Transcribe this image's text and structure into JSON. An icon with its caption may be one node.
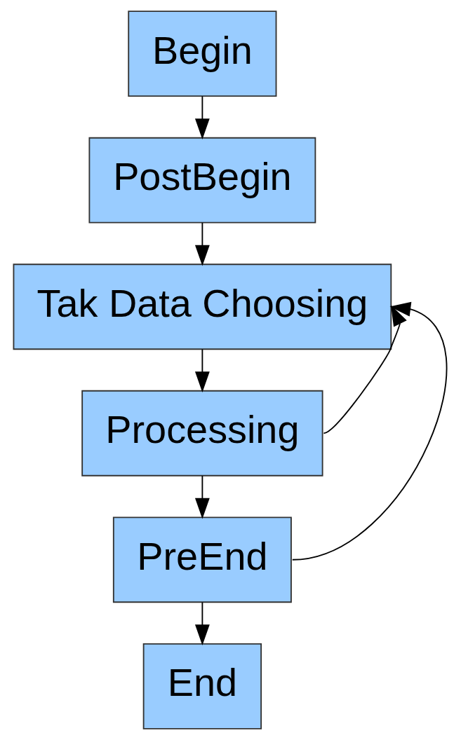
{
  "diagram": {
    "nodes": [
      {
        "text": [
          "Begin"
        ]
      },
      {
        "text": [
          "PostBegin"
        ]
      },
      {
        "text": [
          "Tak Data Choosing"
        ]
      },
      {
        "text": [
          "Processing"
        ]
      },
      {
        "text": [
          "PreEnd"
        ]
      },
      {
        "text": [
          "End"
        ]
      }
    ],
    "edges": [
      {
        "from": 0,
        "to": 1,
        "arrow": "to"
      },
      {
        "from": 1,
        "to": 2,
        "arrow": "to"
      },
      {
        "from": 2,
        "to": 3,
        "arrow": "to"
      },
      {
        "from": 3,
        "to": 4,
        "arrow": "to"
      },
      {
        "from": 4,
        "to": 5,
        "arrow": "to"
      },
      {
        "from": 3,
        "to": 2,
        "arrow": "to"
      },
      {
        "from": 4,
        "to": 2,
        "arrow": "to"
      }
    ]
  }
}
